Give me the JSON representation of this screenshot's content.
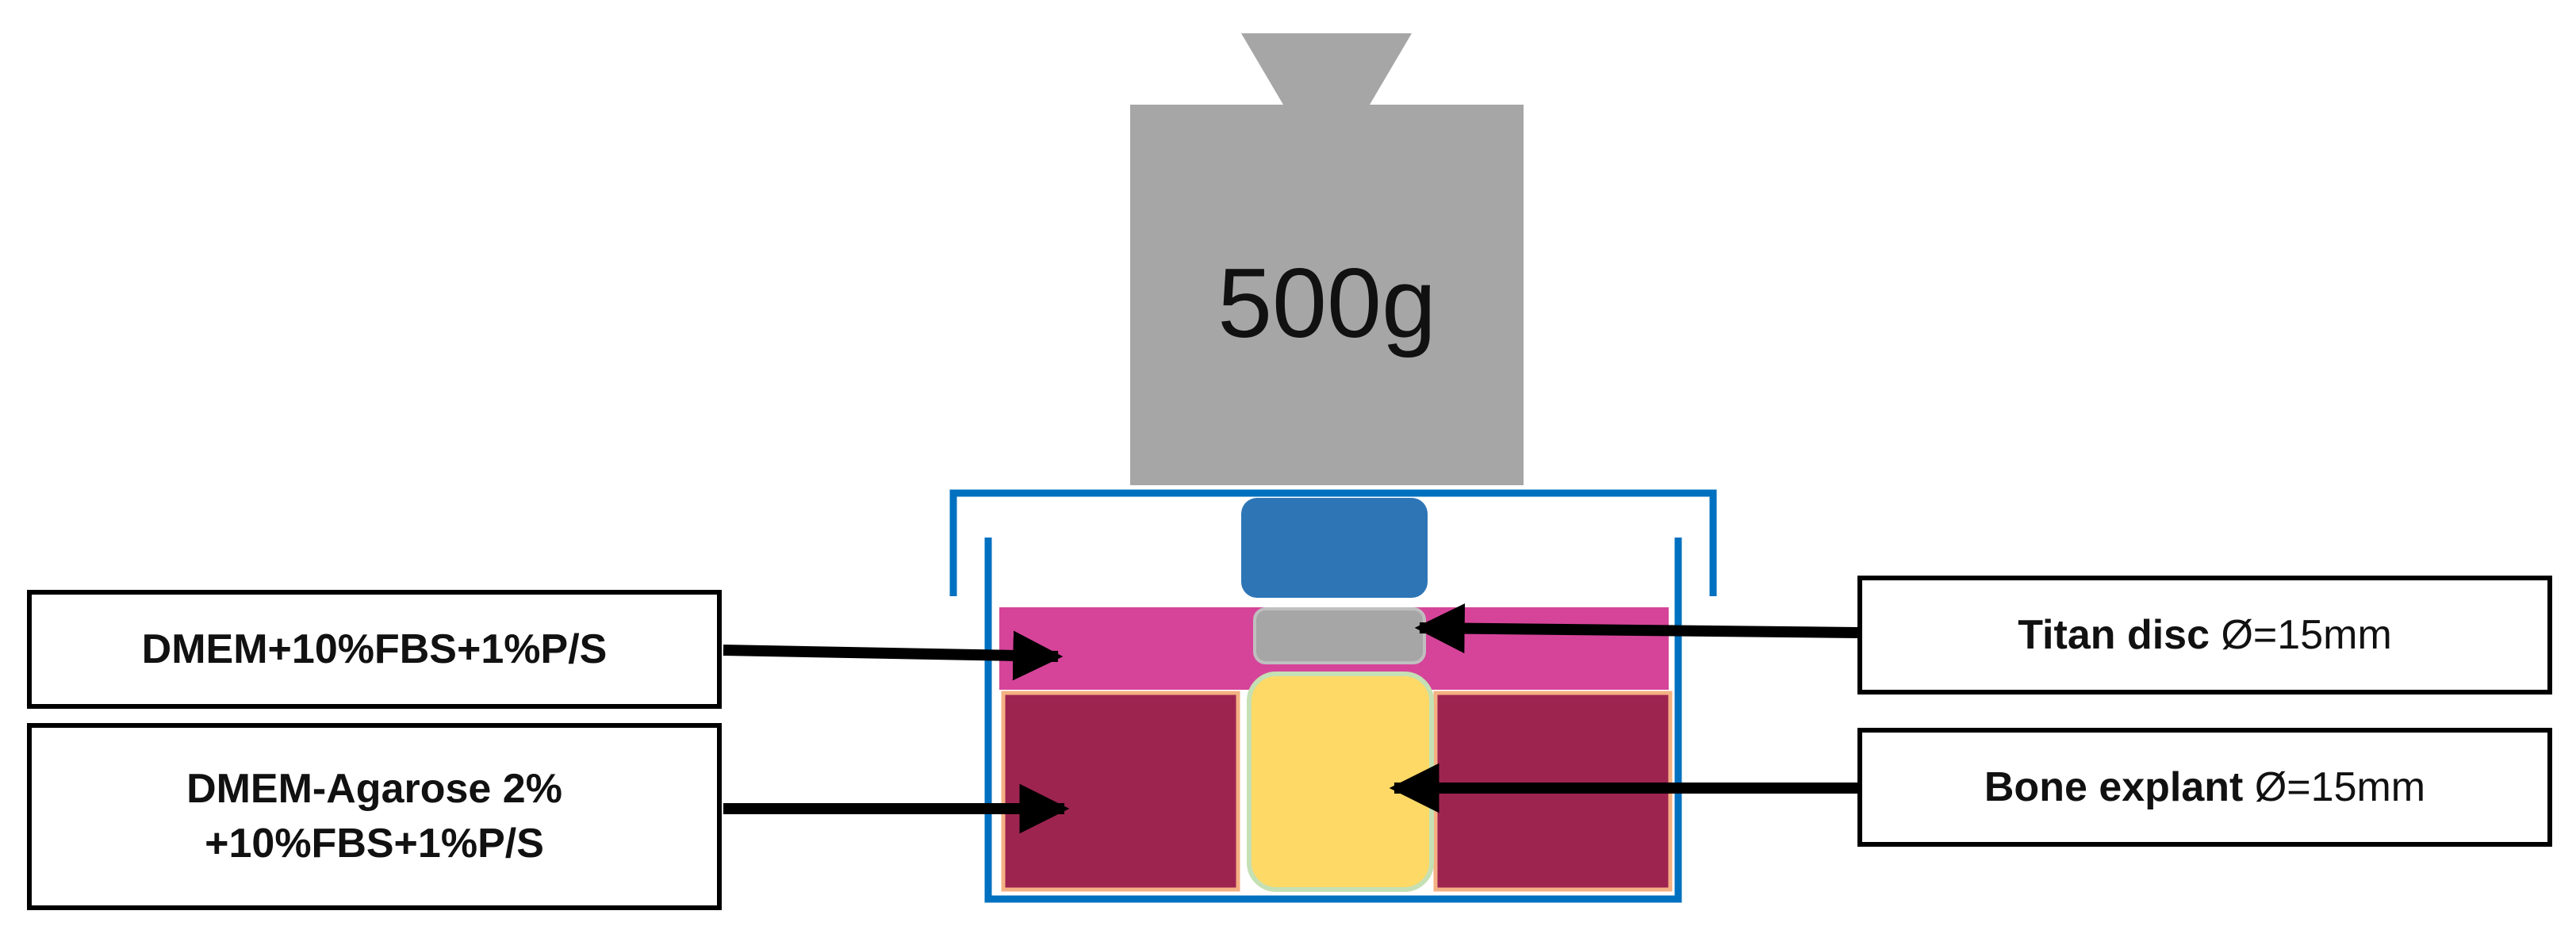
{
  "diagram": {
    "weight": {
      "label": "500g"
    },
    "labels": {
      "medium": "DMEM+10%FBS+1%P/S",
      "agarose_line1": "DMEM-Agarose 2%",
      "agarose_line2": "+10%FBS+1%P/S",
      "titan_disc_name": "Titan disc",
      "titan_disc_size": "Ø=15mm",
      "bone_explant_name": "Bone explant",
      "bone_explant_size": "Ø=15mm"
    },
    "colors": {
      "weight_gray": "#a6a6a6",
      "container_blue": "#0070c0",
      "plunger_blue": "#2e75b6",
      "medium_pink": "#d6449a",
      "agarose_maroon": "#9e2450",
      "disc_gray": "#a6a6a6",
      "bone_yellow": "#ffd966",
      "arrow_black": "#000000"
    }
  }
}
